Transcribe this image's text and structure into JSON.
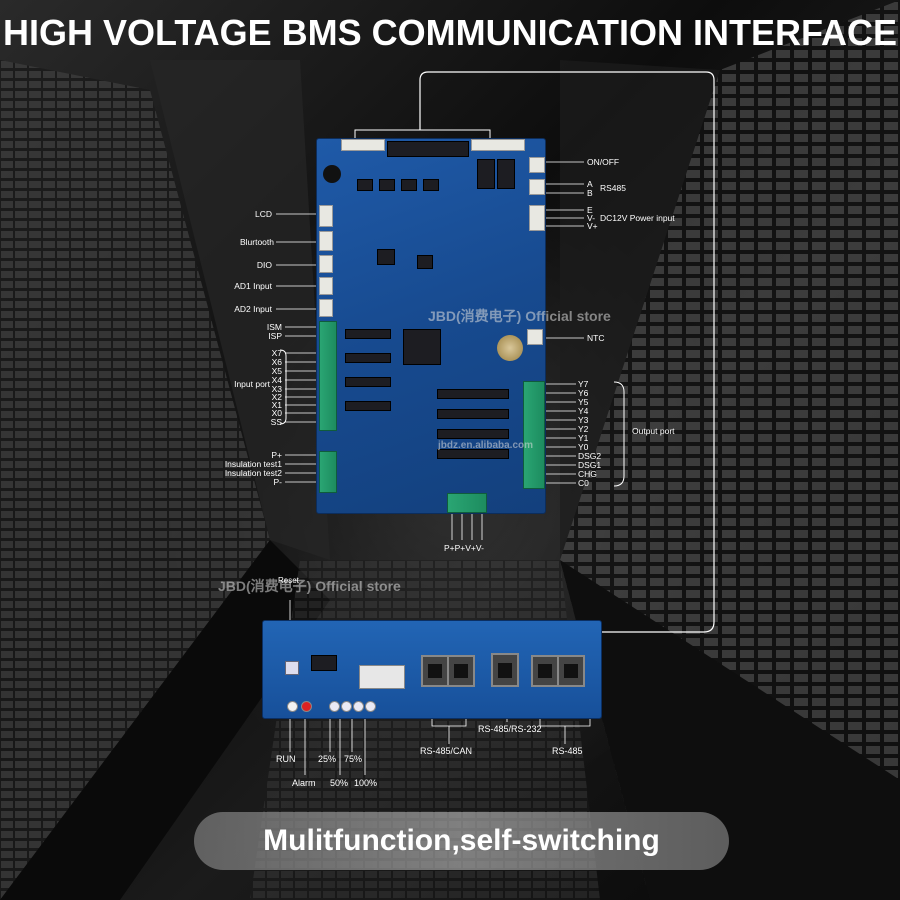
{
  "title": "HIGH VOLTAGE BMS COMMUNICATION INTERFACE",
  "banner": "Mulitfunction,self-switching",
  "watermark_top": "JBD(消费电子) Official store",
  "watermark_bottom": "JBD(消费电子) Official store",
  "watermark_url": "jbdz.en.alibaba.com",
  "left_labels": {
    "lcd": "LCD",
    "bluetooth": "Blurtooth",
    "dio": "DIO",
    "ad1": "AD1 Input",
    "ad2": "AD2 Input",
    "ism": "ISM",
    "isp": "ISP",
    "input_port": "Input port",
    "x7": "X7",
    "x6": "X6",
    "x5": "X5",
    "x4": "X4",
    "x3": "X3",
    "x2": "X2",
    "x1": "X1",
    "x0": "X0",
    "ss": "SS",
    "p_plus": "P+",
    "ins1": "Insulation test1",
    "ins2": "Insulation test2",
    "p_minus": "P-"
  },
  "right_labels": {
    "onoff": "ON/OFF",
    "a": "A",
    "b": "B",
    "rs485": "RS485",
    "e": "E",
    "v_minus": "V-",
    "v_plus": "V+",
    "dc12v": "DC12V Power input",
    "ntc": "NTC",
    "output_port": "Output port",
    "y7": "Y7",
    "y6": "Y6",
    "y5": "Y5",
    "y4": "Y4",
    "y3": "Y3",
    "y2": "Y2",
    "y1": "Y1",
    "y0": "Y0",
    "dsg2": "DSG2",
    "dsg1": "DSG1",
    "chg": "CHG",
    "c0": "C0"
  },
  "bottom_pins": "P+P+V+V-",
  "interface_board": {
    "reset": "Reset",
    "run": "RUN",
    "alarm": "Alarm",
    "p25": "25%",
    "p50": "50%",
    "p75": "75%",
    "p100": "100%",
    "rs485_can": "RS-485/CAN",
    "rs485_232": "RS-485/RS-232",
    "rs485": "RS-485"
  },
  "colors": {
    "board": "#1a4f98",
    "terminal": "#25a06c",
    "banner": "#9a9a9a"
  }
}
